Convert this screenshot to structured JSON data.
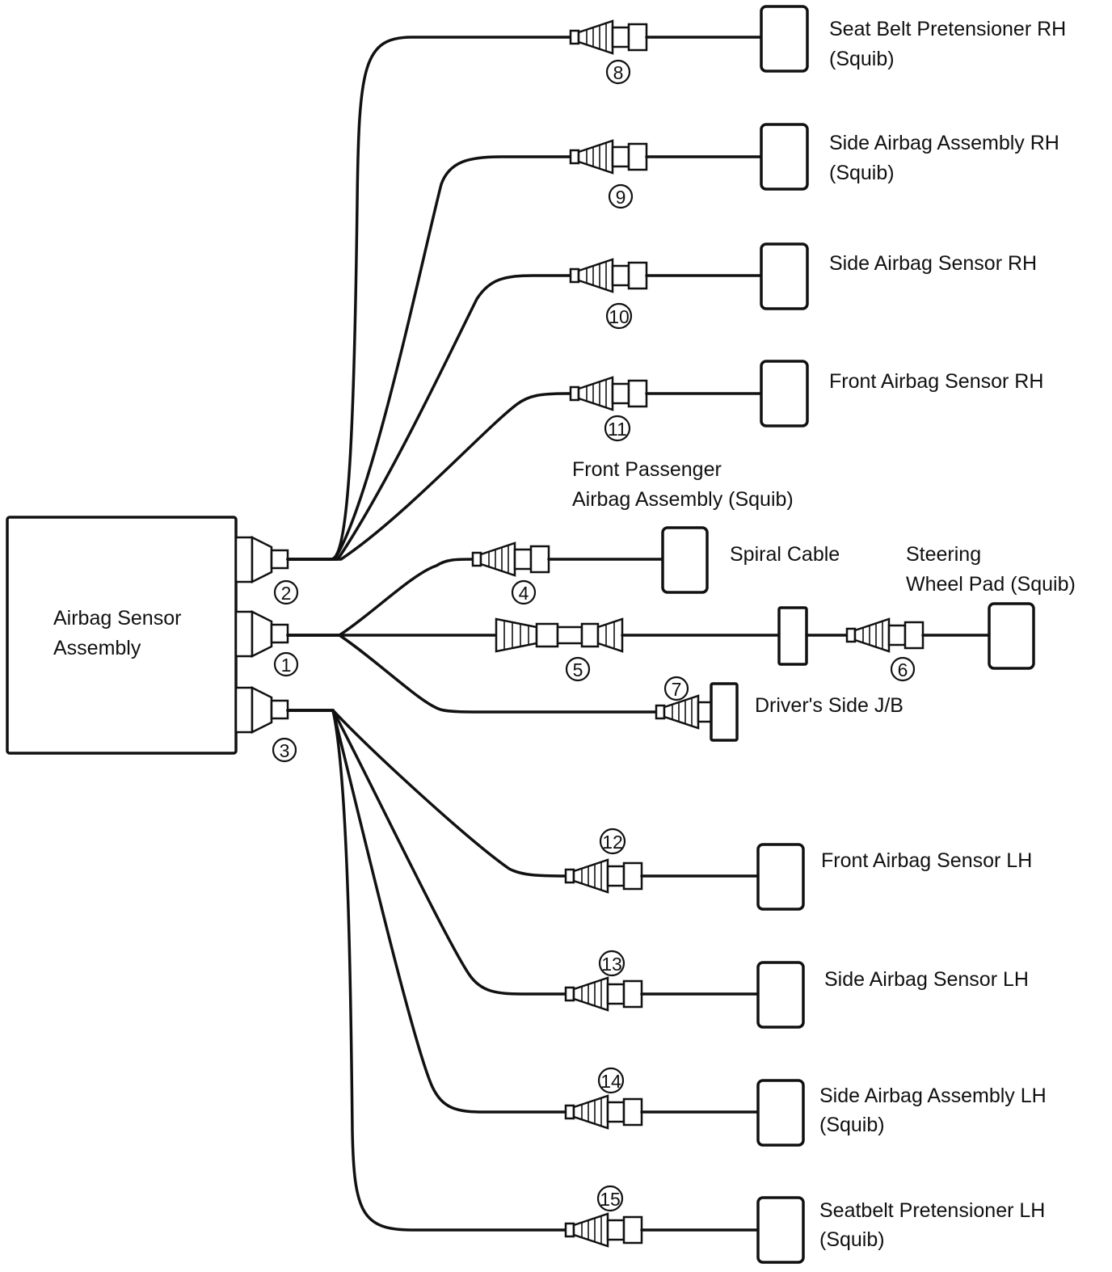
{
  "sensor_assembly": {
    "line1": "Airbag Sensor",
    "line2": "Assembly"
  },
  "connector_numbers": {
    "c1": "1",
    "c2": "2",
    "c3": "3",
    "c4": "4",
    "c5": "5",
    "c6": "6",
    "c7": "7",
    "c8": "8",
    "c9": "9",
    "c10": "10",
    "c11": "11",
    "c12": "12",
    "c13": "13",
    "c14": "14",
    "c15": "15"
  },
  "components": {
    "seat_belt_pretensioner_rh": {
      "line1": "Seat Belt Pretensioner RH",
      "line2": "(Squib)"
    },
    "side_airbag_assembly_rh": {
      "line1": "Side Airbag Assembly RH",
      "line2": "(Squib)"
    },
    "side_airbag_sensor_rh": {
      "line1": "Side Airbag Sensor RH"
    },
    "front_airbag_sensor_rh": {
      "line1": "Front Airbag Sensor RH"
    },
    "front_passenger_airbag": {
      "line1": "Front Passenger",
      "line2": "Airbag Assembly (Squib)"
    },
    "spiral_cable": {
      "line1": "Spiral Cable"
    },
    "steering_wheel_pad": {
      "line1": "Steering",
      "line2": "Wheel Pad (Squib)"
    },
    "drivers_side_jb": {
      "line1": "Driver's Side J/B"
    },
    "front_airbag_sensor_lh": {
      "line1": "Front Airbag Sensor LH"
    },
    "side_airbag_sensor_lh": {
      "line1": "Side Airbag Sensor LH"
    },
    "side_airbag_assembly_lh": {
      "line1": "Side Airbag Assembly LH",
      "line2": "(Squib)"
    },
    "seatbelt_pretensioner_lh": {
      "line1": "Seatbelt Pretensioner LH",
      "line2": "(Squib)"
    }
  }
}
